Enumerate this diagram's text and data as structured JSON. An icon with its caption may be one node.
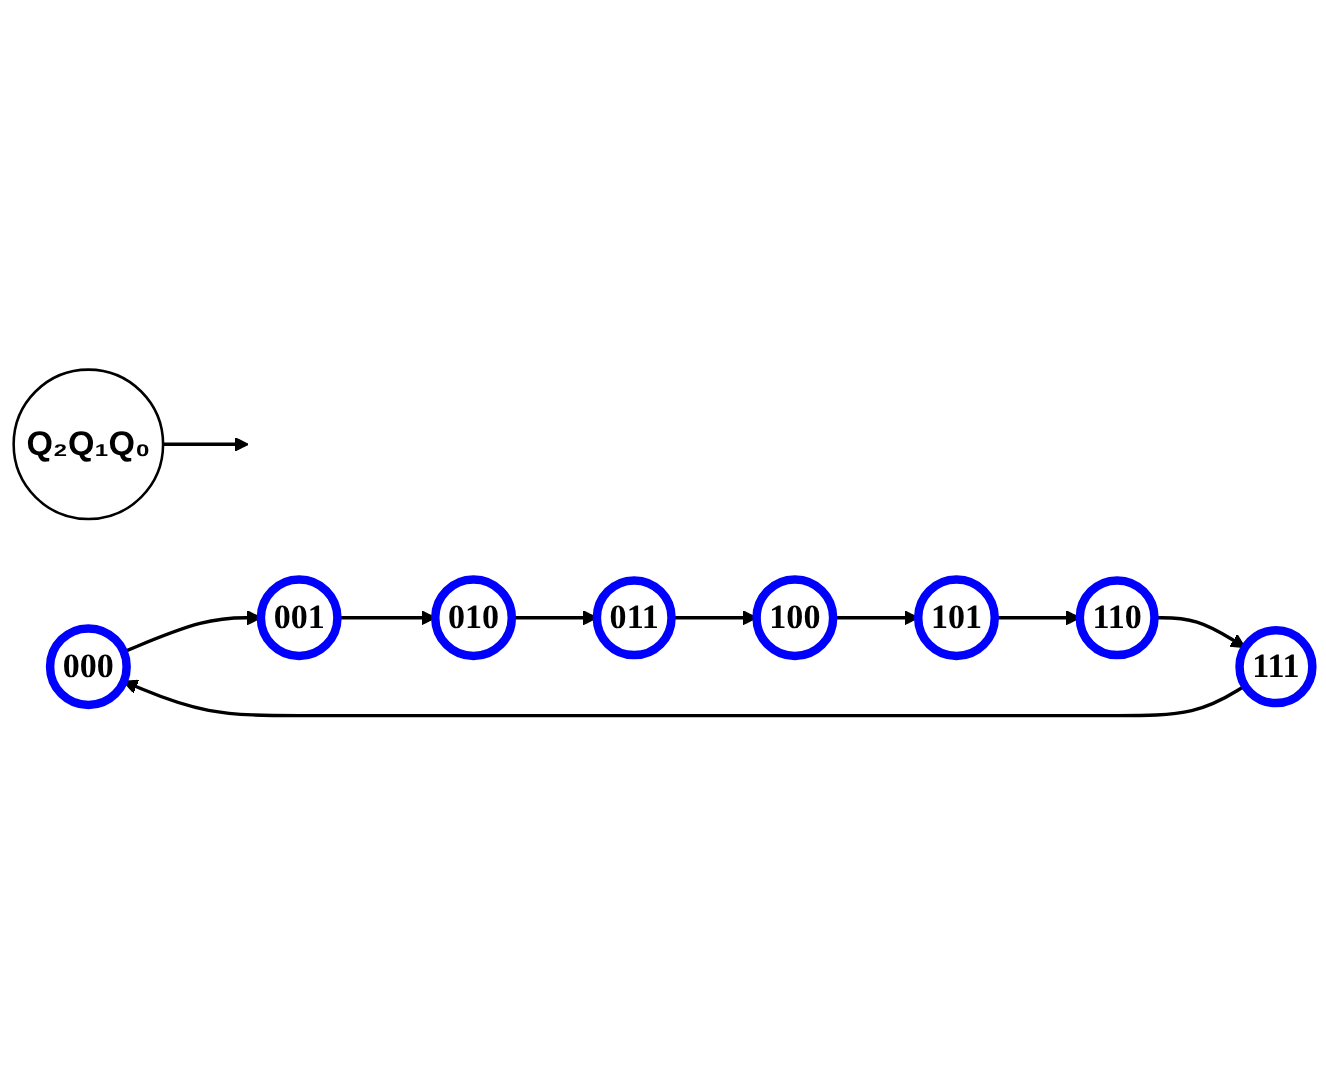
{
  "diagram": {
    "nodes": [
      {
        "text": [
          "Q₂Q₁Q₀"
        ]
      },
      {
        "text": [
          "000"
        ]
      },
      {
        "text": [
          "001"
        ]
      },
      {
        "text": [
          "010"
        ]
      },
      {
        "text": [
          "011"
        ]
      },
      {
        "text": [
          "100"
        ]
      },
      {
        "text": [
          "101"
        ]
      },
      {
        "text": [
          "110"
        ]
      },
      {
        "text": [
          "111"
        ]
      }
    ],
    "edges": [
      {
        "from": 0,
        "to": null,
        "arrow": "to"
      },
      {
        "from": 1,
        "to": 2,
        "arrow": "to"
      },
      {
        "from": 2,
        "to": 3,
        "arrow": "to"
      },
      {
        "from": 3,
        "to": 4,
        "arrow": "to"
      },
      {
        "from": 4,
        "to": 5,
        "arrow": "to"
      },
      {
        "from": 5,
        "to": 6,
        "arrow": "to"
      },
      {
        "from": 6,
        "to": 7,
        "arrow": "to"
      },
      {
        "from": 7,
        "to": 8,
        "arrow": "to"
      },
      {
        "from": 8,
        "to": 1,
        "arrow": "to"
      }
    ]
  }
}
